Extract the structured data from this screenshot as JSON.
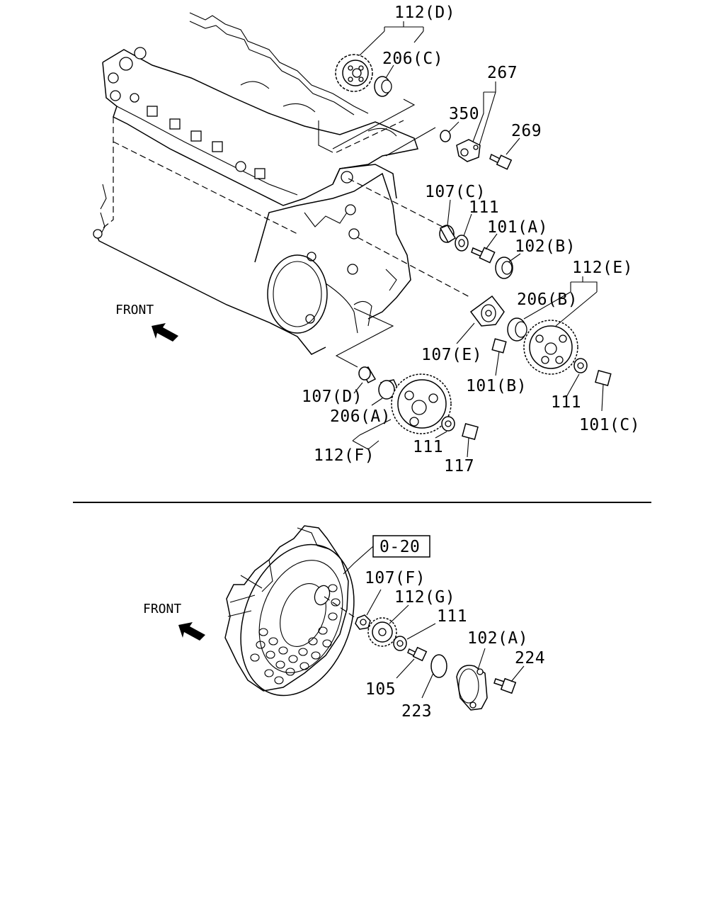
{
  "upper_section": {
    "labels": {
      "p112d": "112(D)",
      "p206c": "206(C)",
      "p267": "267",
      "p350": "350",
      "p269": "269",
      "p107c": "107(C)",
      "p111a": "111",
      "p101a": "101(A)",
      "p102b": "102(B)",
      "p112e": "112(E)",
      "p206b": "206(B)",
      "p107e": "107(E)",
      "p101b": "101(B)",
      "p111b": "111",
      "p101c": "101(C)",
      "p107d": "107(D)",
      "p206a": "206(A)",
      "p112f": "112(F)",
      "p111c": "111",
      "p117": "117"
    },
    "front_label": "FRONT"
  },
  "lower_section": {
    "reference_box": "0-20",
    "labels": {
      "p107f": "107(F)",
      "p112g": "112(G)",
      "p111": "111",
      "p102a": "102(A)",
      "p224": "224",
      "p105": "105",
      "p223": "223"
    },
    "front_label": "FRONT"
  }
}
